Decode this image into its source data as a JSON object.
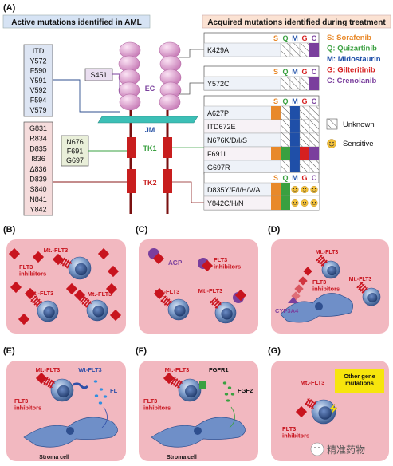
{
  "panel_labels": {
    "a": "(A)",
    "b": "(B)",
    "c": "(C)",
    "d": "(D)",
    "e": "(E)",
    "f": "(F)",
    "g": "(G)"
  },
  "headers": {
    "left": "Active mutations identified in AML",
    "right": "Acquired mutations identified during treatment"
  },
  "receptor": {
    "ec": "EC",
    "jm": "JM",
    "tk1": "TK1",
    "tk2": "TK2",
    "s451": "S451"
  },
  "left_boxes": {
    "top": [
      "ITD",
      "Y572",
      "F590",
      "Y591",
      "V592",
      "F594",
      "V579"
    ],
    "middle": [
      "N676",
      "F691",
      "G697"
    ],
    "bottom": [
      "G831",
      "R834",
      "D835",
      "I836",
      "Δ836",
      "D839",
      "S840",
      "N841",
      "Y842"
    ]
  },
  "drug_letters": [
    "S",
    "Q",
    "M",
    "G",
    "C"
  ],
  "drug_letter_colors": [
    "#e8892a",
    "#3aa040",
    "#1f4fa8",
    "#d62020",
    "#7a3f9d"
  ],
  "mutation_groups": [
    {
      "rows": [
        "K429A"
      ],
      "cells": [
        [
          "C:#ffffff",
          "U",
          "U",
          "U",
          "F:#7a3f9d"
        ]
      ]
    },
    {
      "rows": [
        "Y572C"
      ],
      "cells": [
        [
          "C:#ffffff",
          "U",
          "U",
          "U",
          "F:#7a3f9d"
        ]
      ]
    },
    {
      "rows": [
        "A627P",
        "ITD672E",
        "N676K/D/I/S",
        "F691L",
        "G697R"
      ],
      "cells": [
        [
          "F:#e8892a",
          "U",
          "F:#1f4fa8",
          "U",
          "U"
        ],
        [
          "C:#ffffff",
          "U",
          "F:#1f4fa8",
          "U",
          "U"
        ],
        [
          "C:#ffffff",
          "U",
          "F:#1f4fa8",
          "U",
          "U"
        ],
        [
          "F:#e8892a",
          "F:#3aa040",
          "F:#1f4fa8",
          "F:#d62020",
          "F:#7a3f9d"
        ],
        [
          "C:#ffffff",
          "U",
          "F:#1f4fa8",
          "U",
          "U"
        ]
      ]
    },
    {
      "rows": [
        "D835Y/F/I/H/V/A",
        "Y842C/H/N"
      ],
      "cells": [
        [
          "F:#e8892a",
          "F:#3aa040",
          "S",
          "S",
          "S"
        ],
        [
          "F:#e8892a",
          "F:#3aa040",
          "S",
          "S",
          "S"
        ]
      ]
    }
  ],
  "legend": {
    "drugs": [
      {
        "text": "S: Sorafenib",
        "color": "#e8892a"
      },
      {
        "text": "Q: Quizartinib",
        "color": "#3aa040"
      },
      {
        "text": "M: Midostaurin",
        "color": "#1f4fa8"
      },
      {
        "text": "G: Gilteritinib",
        "color": "#d62020"
      },
      {
        "text": "C: Crenolanib",
        "color": "#7a3f9d"
      }
    ],
    "unknown": "Unknown",
    "sensitive": "Sensitive"
  },
  "panel_b": {
    "inhibitors": "FLT3\ninhibitors",
    "mt1": "Mt.-FLT3",
    "mt2": "Mt.-FLT3",
    "mt3": "Mt.-FLT3"
  },
  "panel_c": {
    "agp": "AGP",
    "inhibitors": "FLT3\ninhibitors",
    "mt1": "Mt.-FLT3",
    "mt2": "Mt.-FLT3"
  },
  "panel_d": {
    "mt1": "Mt.-FLT3",
    "mt2": "Mt.-FLT3",
    "inhibitors": "FLT3\ninhibitors",
    "cyp": "CYP3A4"
  },
  "panel_e": {
    "mt": "Mt.-FLT3",
    "wt": "Wt-FLT3",
    "fl": "FL",
    "inhibitors": "FLT3\ninhibitors",
    "stroma": "Stroma cell"
  },
  "panel_f": {
    "mt": "Mt.-FLT3",
    "fgfr1": "FGFR1",
    "fgf2": "FGF2",
    "inhibitors": "FLT3\ninhibitors",
    "stroma": "Stroma cell"
  },
  "panel_g": {
    "mt": "Mt.-FLT3",
    "other": "Other gene\nmutations",
    "inhibitors": "FLT3\ninhibitors"
  },
  "watermark": "精准药物",
  "colors": {
    "panel_bg": "#f2b8c0",
    "left_box_top": "#dde5f3",
    "left_box_bottom": "#f5dcdc",
    "left_box_mid": "#e9efd9",
    "receptor_pink": "#e7a9d8",
    "membrane": "#3cbfb6",
    "tk_red": "#c81e1e",
    "stem": "#7a1010",
    "cell": "#5f7fb8",
    "inhibitor": "#c8141e",
    "agp": "#7a3f9d",
    "yellow": "#f7e50c"
  }
}
